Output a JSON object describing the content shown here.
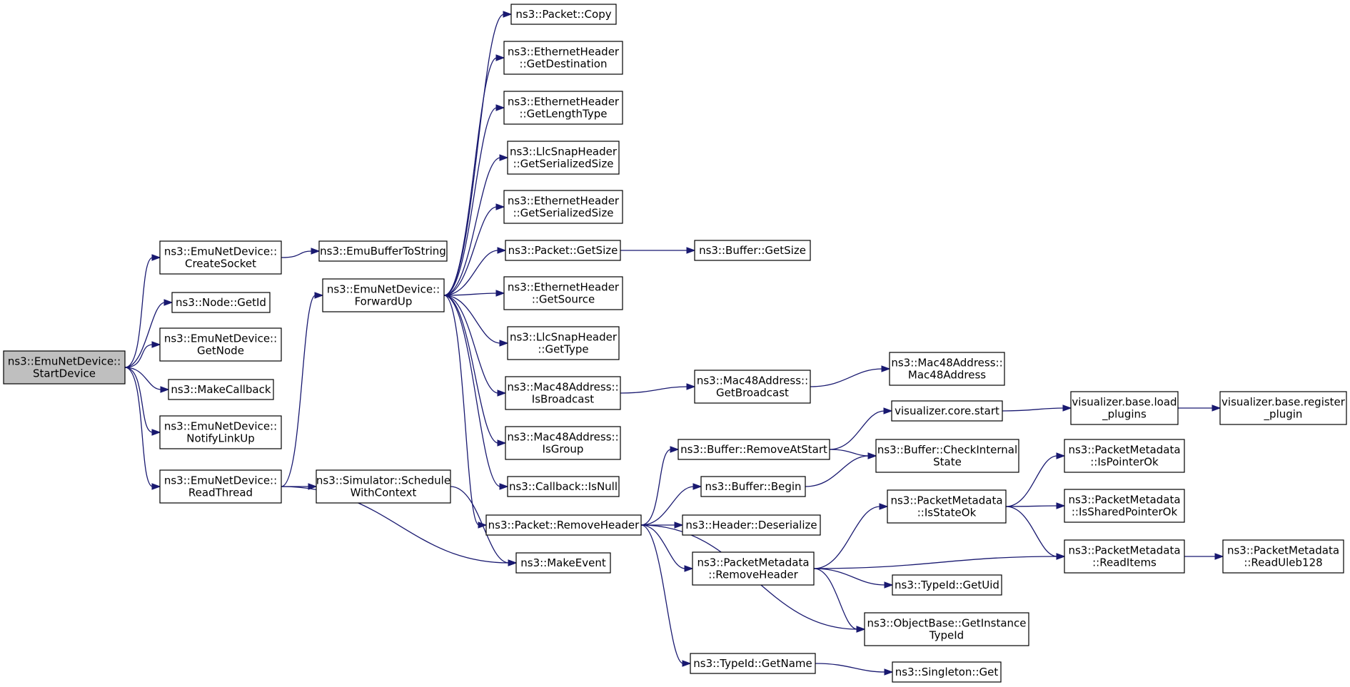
{
  "graph": {
    "edge_color": "#191970",
    "root_fill": "#bfbfbf",
    "nodes": [
      {
        "id": "start_device",
        "lines": [
          "ns3::EmuNetDevice::",
          "StartDevice"
        ],
        "root": true
      },
      {
        "id": "create_socket",
        "lines": [
          "ns3::EmuNetDevice::",
          "CreateSocket"
        ]
      },
      {
        "id": "node_getid",
        "lines": [
          "ns3::Node::GetId"
        ]
      },
      {
        "id": "get_node",
        "lines": [
          "ns3::EmuNetDevice::",
          "GetNode"
        ]
      },
      {
        "id": "make_callback",
        "lines": [
          "ns3::MakeCallback"
        ]
      },
      {
        "id": "notify_link_up",
        "lines": [
          "ns3::EmuNetDevice::",
          "NotifyLinkUp"
        ]
      },
      {
        "id": "read_thread",
        "lines": [
          "ns3::EmuNetDevice::",
          "ReadThread"
        ]
      },
      {
        "id": "emu_buffer_to_string",
        "lines": [
          "ns3::EmuBufferToString"
        ]
      },
      {
        "id": "forward_up",
        "lines": [
          "ns3::EmuNetDevice::",
          "ForwardUp"
        ]
      },
      {
        "id": "schedule_with_context",
        "lines": [
          "ns3::Simulator::Schedule",
          "WithContext"
        ]
      },
      {
        "id": "make_event",
        "lines": [
          "ns3::MakeEvent"
        ]
      },
      {
        "id": "packet_copy",
        "lines": [
          "ns3::Packet::Copy"
        ]
      },
      {
        "id": "eth_get_destination",
        "lines": [
          "ns3::EthernetHeader",
          "::GetDestination"
        ]
      },
      {
        "id": "eth_get_length_type",
        "lines": [
          "ns3::EthernetHeader",
          "::GetLengthType"
        ]
      },
      {
        "id": "llc_get_serialized_size",
        "lines": [
          "ns3::LlcSnapHeader",
          "::GetSerializedSize"
        ]
      },
      {
        "id": "eth_get_serialized_size",
        "lines": [
          "ns3::EthernetHeader",
          "::GetSerializedSize"
        ]
      },
      {
        "id": "packet_get_size",
        "lines": [
          "ns3::Packet::GetSize"
        ]
      },
      {
        "id": "eth_get_source",
        "lines": [
          "ns3::EthernetHeader",
          "::GetSource"
        ]
      },
      {
        "id": "llc_get_type",
        "lines": [
          "ns3::LlcSnapHeader",
          "::GetType"
        ]
      },
      {
        "id": "mac_is_broadcast",
        "lines": [
          "ns3::Mac48Address::",
          "IsBroadcast"
        ]
      },
      {
        "id": "mac_is_group",
        "lines": [
          "ns3::Mac48Address::",
          "IsGroup"
        ]
      },
      {
        "id": "callback_is_null",
        "lines": [
          "ns3::Callback::IsNull"
        ]
      },
      {
        "id": "packet_remove_header",
        "lines": [
          "ns3::Packet::RemoveHeader"
        ]
      },
      {
        "id": "buffer_get_size",
        "lines": [
          "ns3::Buffer::GetSize"
        ]
      },
      {
        "id": "mac_get_broadcast",
        "lines": [
          "ns3::Mac48Address::",
          "GetBroadcast"
        ]
      },
      {
        "id": "mac_ctor",
        "lines": [
          "ns3::Mac48Address::",
          "Mac48Address"
        ]
      },
      {
        "id": "buffer_remove_at_start",
        "lines": [
          "ns3::Buffer::RemoveAtStart"
        ]
      },
      {
        "id": "buffer_begin",
        "lines": [
          "ns3::Buffer::Begin"
        ]
      },
      {
        "id": "header_deserialize",
        "lines": [
          "ns3::Header::Deserialize"
        ]
      },
      {
        "id": "pm_remove_header",
        "lines": [
          "ns3::PacketMetadata",
          "::RemoveHeader"
        ]
      },
      {
        "id": "typeid_get_name",
        "lines": [
          "ns3::TypeId::GetName"
        ]
      },
      {
        "id": "viz_core_start",
        "lines": [
          "visualizer.core.start"
        ]
      },
      {
        "id": "buffer_check_internal_state",
        "lines": [
          "ns3::Buffer::CheckInternal",
          "State"
        ]
      },
      {
        "id": "pm_is_state_ok",
        "lines": [
          "ns3::PacketMetadata",
          "::IsStateOk"
        ]
      },
      {
        "id": "typeid_get_uid",
        "lines": [
          "ns3::TypeId::GetUid"
        ]
      },
      {
        "id": "objectbase_get_instance_typeid",
        "lines": [
          "ns3::ObjectBase::GetInstance",
          "TypeId"
        ]
      },
      {
        "id": "singleton_get",
        "lines": [
          "ns3::Singleton::Get"
        ]
      },
      {
        "id": "viz_base_load_plugins",
        "lines": [
          "visualizer.base.load",
          "_plugins"
        ]
      },
      {
        "id": "viz_base_register_plugin",
        "lines": [
          "visualizer.base.register",
          "_plugin"
        ]
      },
      {
        "id": "pm_is_pointer_ok",
        "lines": [
          "ns3::PacketMetadata",
          "::IsPointerOk"
        ]
      },
      {
        "id": "pm_is_shared_pointer_ok",
        "lines": [
          "ns3::PacketMetadata",
          "::IsSharedPointerOk"
        ]
      },
      {
        "id": "pm_read_items",
        "lines": [
          "ns3::PacketMetadata",
          "::ReadItems"
        ]
      },
      {
        "id": "pm_read_uleb128",
        "lines": [
          "ns3::PacketMetadata",
          "::ReadUleb128"
        ]
      }
    ],
    "edges": [
      [
        "start_device",
        "create_socket"
      ],
      [
        "start_device",
        "node_getid"
      ],
      [
        "start_device",
        "get_node"
      ],
      [
        "start_device",
        "make_callback"
      ],
      [
        "start_device",
        "notify_link_up"
      ],
      [
        "start_device",
        "read_thread"
      ],
      [
        "create_socket",
        "emu_buffer_to_string"
      ],
      [
        "read_thread",
        "forward_up"
      ],
      [
        "read_thread",
        "schedule_with_context"
      ],
      [
        "read_thread",
        "make_event"
      ],
      [
        "schedule_with_context",
        "make_event"
      ],
      [
        "forward_up",
        "packet_copy"
      ],
      [
        "forward_up",
        "eth_get_destination"
      ],
      [
        "forward_up",
        "eth_get_length_type"
      ],
      [
        "forward_up",
        "llc_get_serialized_size"
      ],
      [
        "forward_up",
        "eth_get_serialized_size"
      ],
      [
        "forward_up",
        "packet_get_size"
      ],
      [
        "forward_up",
        "eth_get_source"
      ],
      [
        "forward_up",
        "llc_get_type"
      ],
      [
        "forward_up",
        "mac_is_broadcast"
      ],
      [
        "forward_up",
        "mac_is_group"
      ],
      [
        "forward_up",
        "callback_is_null"
      ],
      [
        "forward_up",
        "packet_remove_header"
      ],
      [
        "packet_get_size",
        "buffer_get_size"
      ],
      [
        "mac_is_broadcast",
        "mac_get_broadcast"
      ],
      [
        "mac_get_broadcast",
        "mac_ctor"
      ],
      [
        "packet_remove_header",
        "buffer_remove_at_start"
      ],
      [
        "packet_remove_header",
        "buffer_begin"
      ],
      [
        "packet_remove_header",
        "header_deserialize"
      ],
      [
        "packet_remove_header",
        "pm_remove_header"
      ],
      [
        "packet_remove_header",
        "objectbase_get_instance_typeid"
      ],
      [
        "packet_remove_header",
        "typeid_get_name"
      ],
      [
        "buffer_remove_at_start",
        "viz_core_start"
      ],
      [
        "buffer_remove_at_start",
        "buffer_check_internal_state"
      ],
      [
        "buffer_begin",
        "buffer_check_internal_state"
      ],
      [
        "viz_core_start",
        "viz_base_load_plugins"
      ],
      [
        "viz_base_load_plugins",
        "viz_base_register_plugin"
      ],
      [
        "pm_remove_header",
        "pm_is_state_ok"
      ],
      [
        "pm_remove_header",
        "pm_read_items"
      ],
      [
        "pm_remove_header",
        "typeid_get_uid"
      ],
      [
        "pm_remove_header",
        "objectbase_get_instance_typeid"
      ],
      [
        "pm_is_state_ok",
        "pm_is_pointer_ok"
      ],
      [
        "pm_is_state_ok",
        "pm_is_shared_pointer_ok"
      ],
      [
        "pm_is_state_ok",
        "pm_read_items"
      ],
      [
        "pm_read_items",
        "pm_read_uleb128"
      ],
      [
        "typeid_get_name",
        "singleton_get"
      ]
    ]
  }
}
